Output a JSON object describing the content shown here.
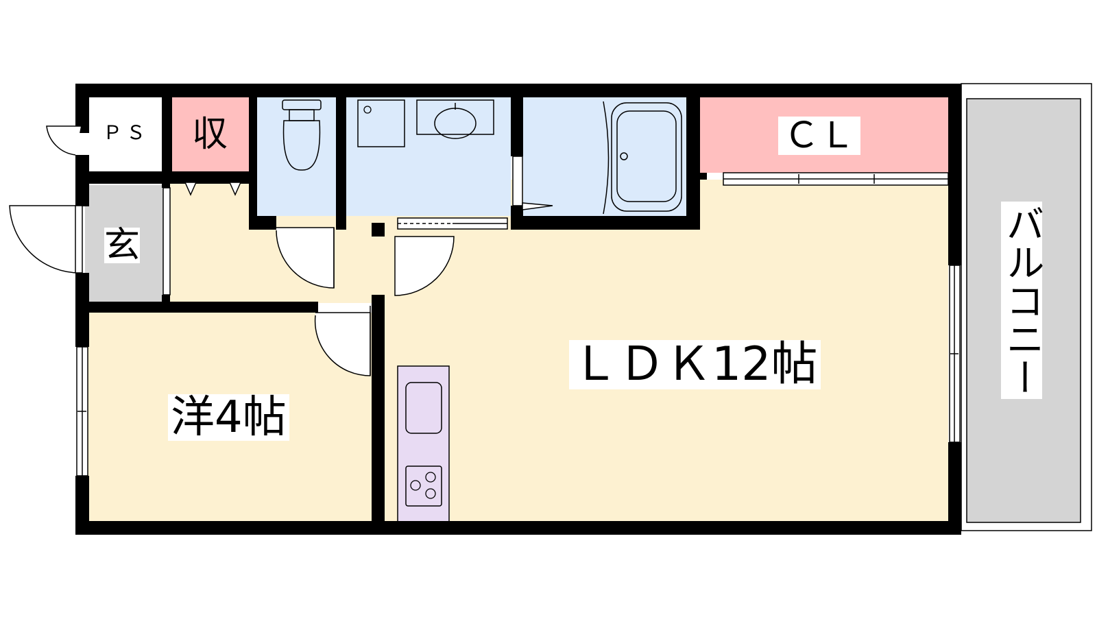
{
  "floor_plan": {
    "rooms": {
      "ldk": {
        "label": "ＬＤＫ12帖"
      },
      "western_room": {
        "label": "洋4帖"
      },
      "entrance": {
        "label": "玄"
      },
      "storage": {
        "label": "収"
      },
      "pipe_space": {
        "label": "ＰＳ"
      },
      "closet": {
        "label": "ＣＬ"
      },
      "balcony": {
        "label": "バルコニー"
      }
    },
    "colors": {
      "living_floor": "#fdf1d1",
      "wet_area": "#dbeafb",
      "storage_fill": "#ffbfbf",
      "entrance_fill": "#d4d4d4",
      "balcony_fill": "#d4d4d4",
      "kitchen_fill": "#e8dbf3",
      "wall": "#000000"
    }
  }
}
